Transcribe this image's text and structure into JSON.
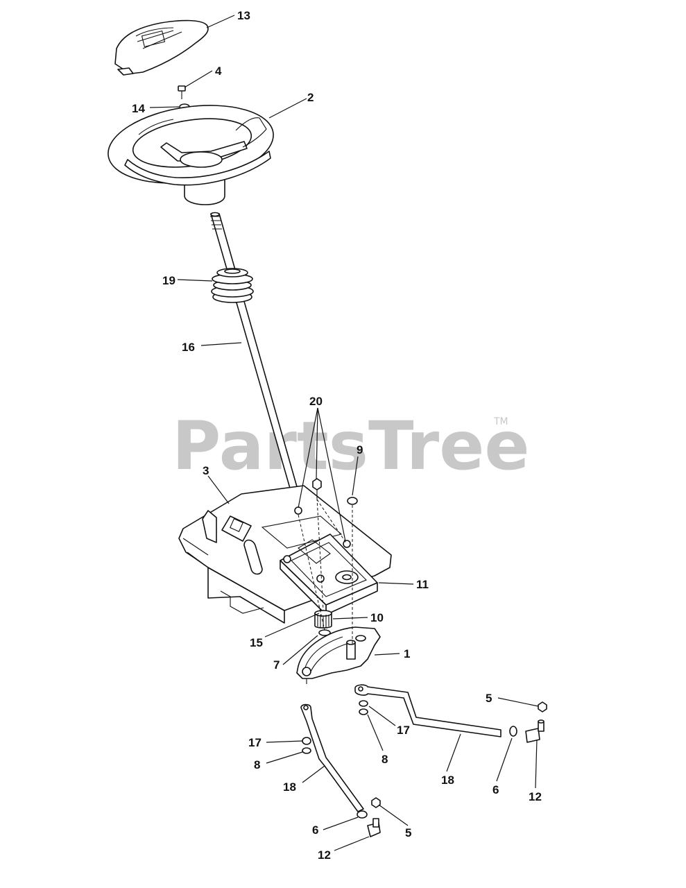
{
  "watermark": {
    "text": "PartsTree",
    "tm": "TM"
  },
  "callouts": {
    "c13": "13",
    "c4": "4",
    "c14": "14",
    "c2": "2",
    "c19": "19",
    "c16": "16",
    "c20": "20",
    "c9": "9",
    "c3": "3",
    "c11": "11",
    "c10": "10",
    "c15": "15",
    "c7": "7",
    "c1": "1",
    "c5a": "5",
    "c17a": "17",
    "c8a": "8",
    "c18a": "18",
    "c6a": "6",
    "c12a": "12",
    "c17b": "17",
    "c8b": "8",
    "c18b": "18",
    "c5b": "5",
    "c6b": "6",
    "c12b": "12"
  }
}
